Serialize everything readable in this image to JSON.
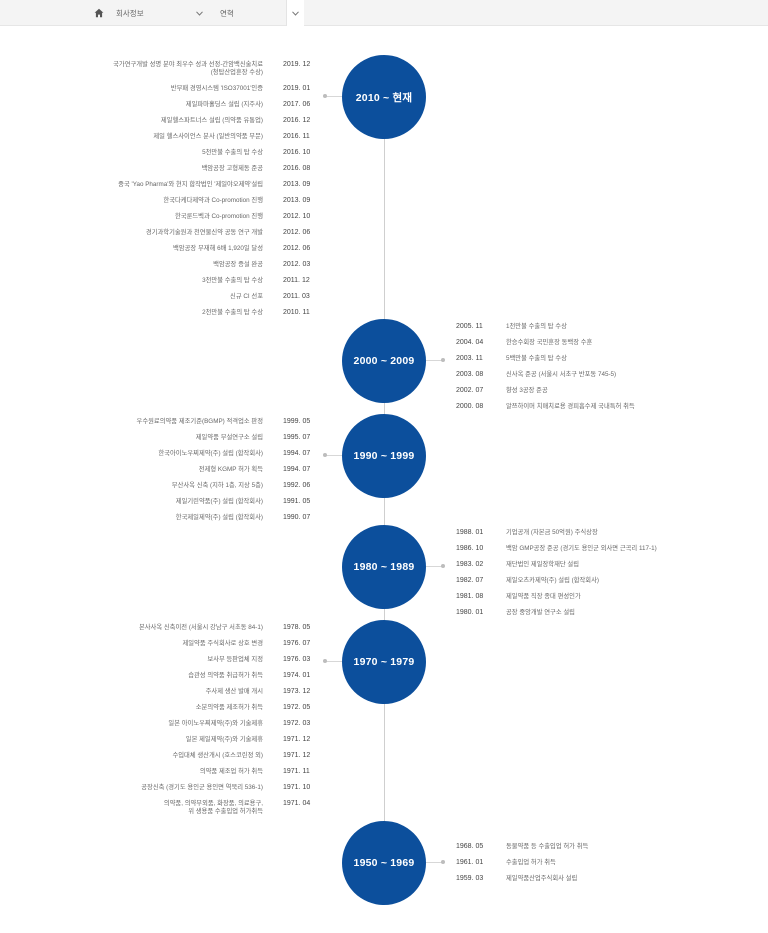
{
  "breadcrumb": {
    "level1": "회사정보",
    "level2": "연혁"
  },
  "eras": [
    {
      "label": "2010 ~ 현재",
      "side": "left",
      "events": [
        {
          "desc": [
            "국가연구개발 성명 분야 최우수 성과 선정-간암백신술치료",
            "(청탑산업훈장 수상)"
          ],
          "date": "2019. 12"
        },
        {
          "desc": [
            "반부패 경영시스템 'ISO37001'인증"
          ],
          "date": "2019. 01"
        },
        {
          "desc": [
            "제일파마홀딩스 설립 (지주사)"
          ],
          "date": "2017. 06"
        },
        {
          "desc": [
            "제일헬스파트너스 설립 (의약품 유통업)"
          ],
          "date": "2016. 12"
        },
        {
          "desc": [
            "제일 헬스사이언스 분사 (일반의약품 부문)"
          ],
          "date": "2016. 11"
        },
        {
          "desc": [
            "5천만불 수출의 탑 수상"
          ],
          "date": "2016. 10"
        },
        {
          "desc": [
            "백암공장 고형제동 준공"
          ],
          "date": "2016. 08"
        },
        {
          "desc": [
            "중국 'Yao Pharma'와 현지 합작법인 '제일야오제약'설립"
          ],
          "date": "2013. 09"
        },
        {
          "desc": [
            "한국다케다제약과 Co-promotion 진행"
          ],
          "date": "2013. 09"
        },
        {
          "desc": [
            "한국룬드벡과 Co-promotion 진행"
          ],
          "date": "2012. 10"
        },
        {
          "desc": [
            "경기과학기술원과 천연물신약 공동 연구 개발"
          ],
          "date": "2012. 06"
        },
        {
          "desc": [
            "백암공장 무재해 6배 1,920일 달성"
          ],
          "date": "2012. 06"
        },
        {
          "desc": [
            "백암공장 증설 완공"
          ],
          "date": "2012. 03"
        },
        {
          "desc": [
            "3천만불 수출의 탑 수상"
          ],
          "date": "2011. 12"
        },
        {
          "desc": [
            "신규 CI 선포"
          ],
          "date": "2011. 03"
        },
        {
          "desc": [
            "2천만불 수출의 탑 수상"
          ],
          "date": "2010. 11"
        }
      ]
    },
    {
      "label": "2000 ~ 2009",
      "side": "right",
      "events": [
        {
          "date": "2005. 11",
          "desc": [
            "1천만불 수출의 탑 수상"
          ]
        },
        {
          "date": "2004. 04",
          "desc": [
            "한승수회장 국민훈장 동백장 수훈"
          ]
        },
        {
          "date": "2003. 11",
          "desc": [
            "5백만불 수출의 탑 수상"
          ]
        },
        {
          "date": "2003. 08",
          "desc": [
            "신사옥 준공 (서울시 서초구 반포동 745-5)"
          ]
        },
        {
          "date": "2002. 07",
          "desc": [
            "향성 3공장 준공"
          ]
        },
        {
          "date": "2000. 08",
          "desc": [
            "알쯔하이머 치매치료용 경피흡수제 국내특허 취득"
          ]
        }
      ]
    },
    {
      "label": "1990 ~ 1999",
      "side": "left",
      "events": [
        {
          "desc": [
            "우수원료의약품 제조기준(BGMP) 적격업소 판정"
          ],
          "date": "1999. 05"
        },
        {
          "desc": [
            "제일약품 부설연구소 설립"
          ],
          "date": "1995. 07"
        },
        {
          "desc": [
            "한국아이노우찌제약(주) 설립 (합작회사)"
          ],
          "date": "1994. 07"
        },
        {
          "desc": [
            "전제형 KGMP 허가 획득"
          ],
          "date": "1994. 07"
        },
        {
          "desc": [
            "부산사옥 신축 (지하 1층, 지상 5층)"
          ],
          "date": "1992. 06"
        },
        {
          "desc": [
            "제일기린약품(주) 설립 (합작회사)"
          ],
          "date": "1991. 05"
        },
        {
          "desc": [
            "한국제일제약(주) 설립 (합작회사)"
          ],
          "date": "1990. 07"
        }
      ]
    },
    {
      "label": "1980 ~ 1989",
      "side": "right",
      "events": [
        {
          "date": "1988. 01",
          "desc": [
            "기업공개 (자본금 50억원) 주식상장"
          ]
        },
        {
          "date": "1986. 10",
          "desc": [
            "백암 GMP공장 준공 (경기도 용인군 외사면 근곡리 117-1)"
          ]
        },
        {
          "date": "1983. 02",
          "desc": [
            "재단법인 제일장학재단 설립"
          ]
        },
        {
          "date": "1982. 07",
          "desc": [
            "제일오츠카제약(주) 설립 (합작회사)"
          ]
        },
        {
          "date": "1981. 08",
          "desc": [
            "제일약품 직장 종대 편성인가"
          ]
        },
        {
          "date": "1980. 01",
          "desc": [
            "공장 중앙개발 연구소 설립"
          ]
        }
      ]
    },
    {
      "label": "1970 ~ 1979",
      "side": "left",
      "events": [
        {
          "desc": [
            "본사사옥 신축이전 (서울시 강남구 서초동 84-1)"
          ],
          "date": "1978. 05"
        },
        {
          "desc": [
            "제일약품 주식회사로 상호 변경"
          ],
          "date": "1976. 07"
        },
        {
          "desc": [
            "보사부 등판업체 지정"
          ],
          "date": "1976. 03"
        },
        {
          "desc": [
            "습관성 의약품 취급허가 취득"
          ],
          "date": "1974. 01"
        },
        {
          "desc": [
            "주사제 생산 발매 개시"
          ],
          "date": "1973. 12"
        },
        {
          "desc": [
            "소분의약품 제조허가 취득"
          ],
          "date": "1972. 05"
        },
        {
          "desc": [
            "일본 아이노우찌제약(주)와 기술제휴"
          ],
          "date": "1972. 03"
        },
        {
          "desc": [
            "일본 제일제약(주)와 기술제휴"
          ],
          "date": "1971. 12"
        },
        {
          "desc": [
            "수입대체 생산개시 (호스코린정 외)"
          ],
          "date": "1971. 12"
        },
        {
          "desc": [
            "의약품 제조업 허가 취득"
          ],
          "date": "1971. 11"
        },
        {
          "desc": [
            "공장신축 (경기도 용인군 용인면 역북리 536-1)"
          ],
          "date": "1971. 10"
        },
        {
          "desc": [
            "의약품, 의약부외품, 화장품, 의료용구,",
            "위 생용품 수출입업 허가취득"
          ],
          "date": "1971. 04"
        }
      ]
    },
    {
      "label": "1950 ~ 1969",
      "side": "right",
      "events": [
        {
          "date": "1968. 05",
          "desc": [
            "동물약품 등 수출입업 허가 취득"
          ]
        },
        {
          "date": "1961. 01",
          "desc": [
            "수출입업 허가 취득"
          ]
        },
        {
          "date": "1959. 03",
          "desc": [
            "제일약품산업주식회사 설립"
          ]
        }
      ]
    }
  ]
}
